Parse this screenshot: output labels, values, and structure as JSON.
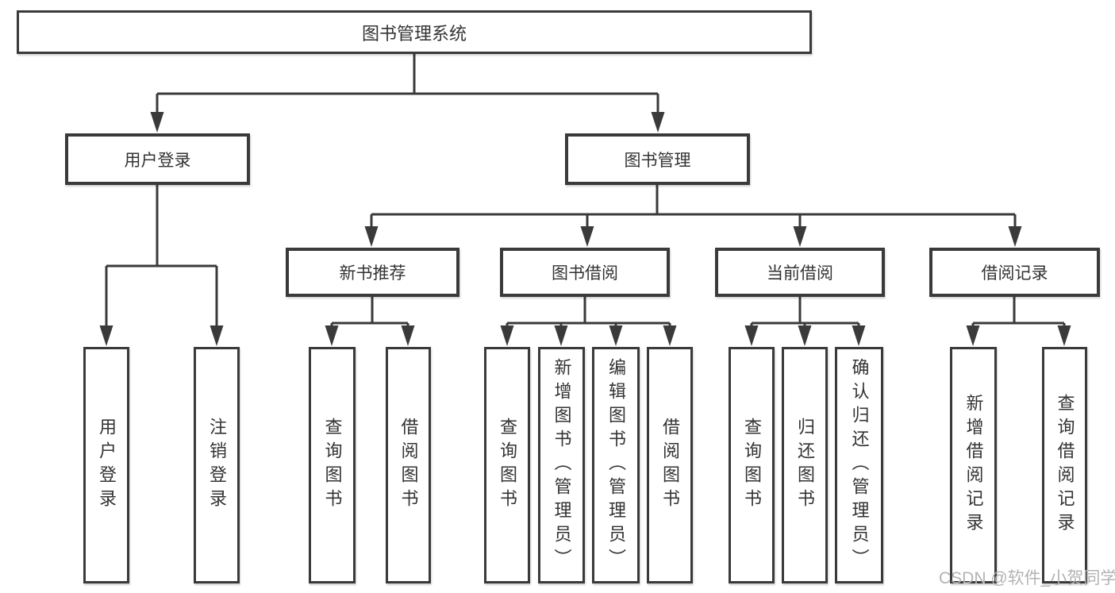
{
  "diagram": {
    "root": {
      "label": "图书管理系统"
    },
    "branches": [
      {
        "label": "用户登录",
        "children": [
          {
            "label": "用户登录"
          },
          {
            "label": "注销登录"
          }
        ]
      },
      {
        "label": "图书管理",
        "sections": [
          {
            "label": "新书推荐",
            "children": [
              {
                "label": "查询图书"
              },
              {
                "label": "借阅图书"
              }
            ]
          },
          {
            "label": "图书借阅",
            "children": [
              {
                "label": "查询图书"
              },
              {
                "label": "新增图书（管理员）"
              },
              {
                "label": "编辑图书（管理员）"
              },
              {
                "label": "借阅图书"
              }
            ]
          },
          {
            "label": "当前借阅",
            "children": [
              {
                "label": "查询图书"
              },
              {
                "label": "归还图书"
              },
              {
                "label": "确认归还（管理员）"
              }
            ]
          },
          {
            "label": "借阅记录",
            "children": [
              {
                "label": "新增借阅记录"
              },
              {
                "label": "查询借阅记录"
              }
            ]
          }
        ]
      }
    ],
    "line_color": "#3a3a3a",
    "watermark": "CSDN @软件_小贺同学"
  }
}
